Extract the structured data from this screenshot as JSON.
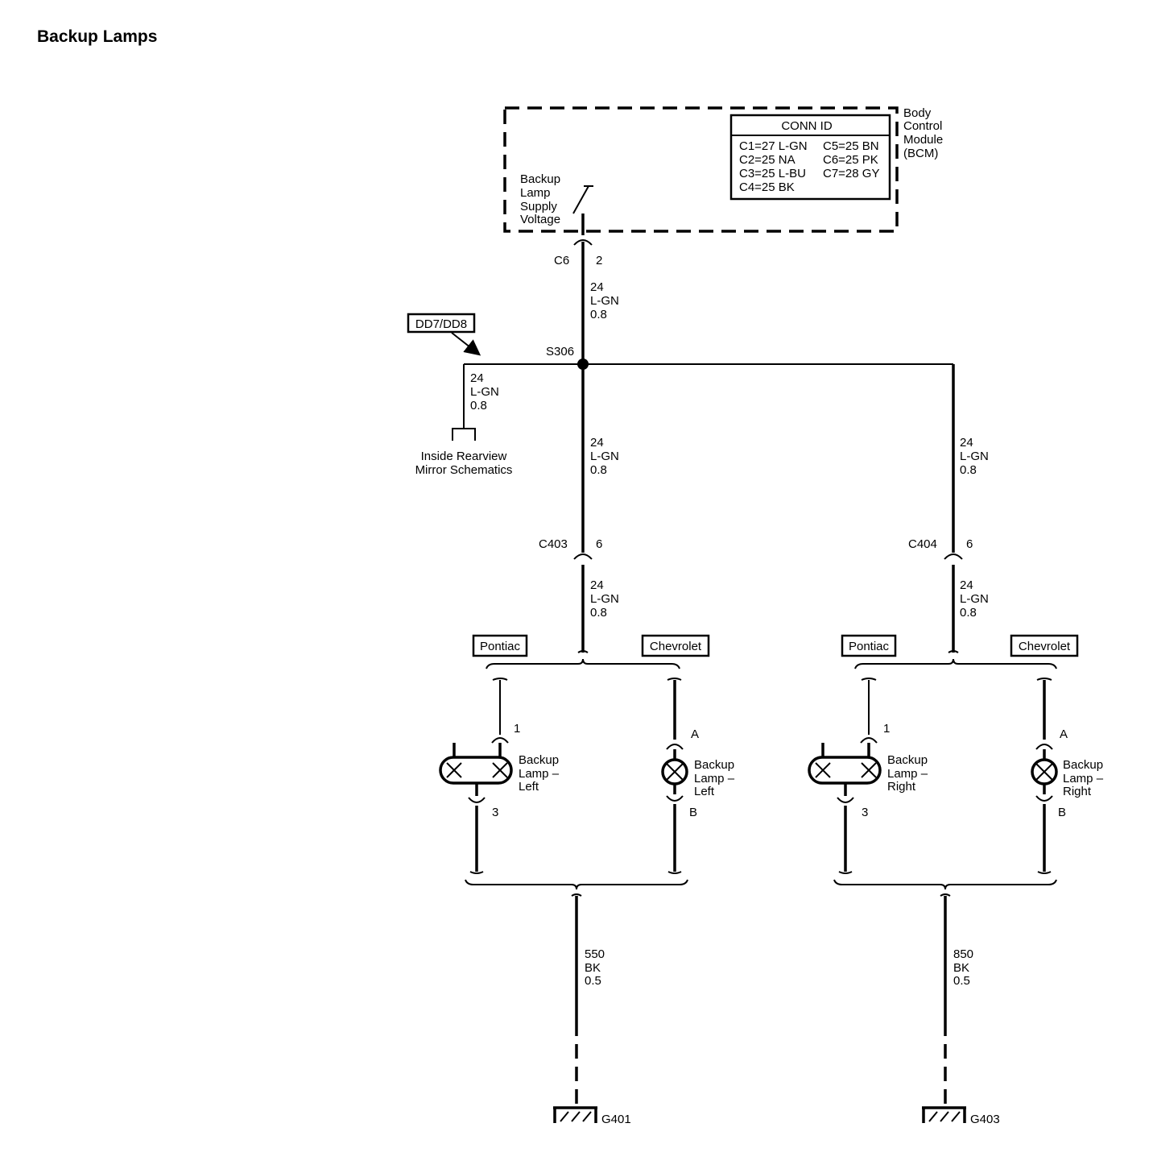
{
  "title": "Backup Lamps",
  "bcm": {
    "name": [
      "Body",
      "Control",
      "Module",
      "(BCM)"
    ],
    "conn_id_header": "CONN ID",
    "conn_ids": [
      "C1=27 L-GN",
      "C2=25 NA",
      "C3=25 L-BU",
      "C4=25 BK",
      "C5=25 BN",
      "C6=25 PK",
      "C7=28 GY"
    ],
    "circuit_label": [
      "Backup",
      "Lamp",
      "Supply",
      "Voltage"
    ]
  },
  "connectors": {
    "c6": {
      "id": "C6",
      "pin": "2"
    },
    "c403": {
      "id": "C403",
      "pin": "6"
    },
    "c404": {
      "id": "C404",
      "pin": "6"
    }
  },
  "splice": "S306",
  "option_tag": "DD7/DD8",
  "mirror_ref": [
    "Inside Rearview",
    "Mirror Schematics"
  ],
  "wires": {
    "supply": [
      "24",
      "L-GN",
      "0.8"
    ],
    "ground_left": [
      "550",
      "BK",
      "0.5"
    ],
    "ground_right": [
      "850",
      "BK",
      "0.5"
    ]
  },
  "variants": {
    "pontiac": "Pontiac",
    "chevrolet": "Chevrolet"
  },
  "lamps": {
    "left": [
      "Backup",
      "Lamp –",
      "Left"
    ],
    "right": [
      "Backup",
      "Lamp –",
      "Right"
    ]
  },
  "lamp_pins": {
    "pontiac_in": "1",
    "pontiac_out": "3",
    "chevrolet_in": "A",
    "chevrolet_out": "B"
  },
  "grounds": {
    "left": "G401",
    "right": "G403"
  }
}
